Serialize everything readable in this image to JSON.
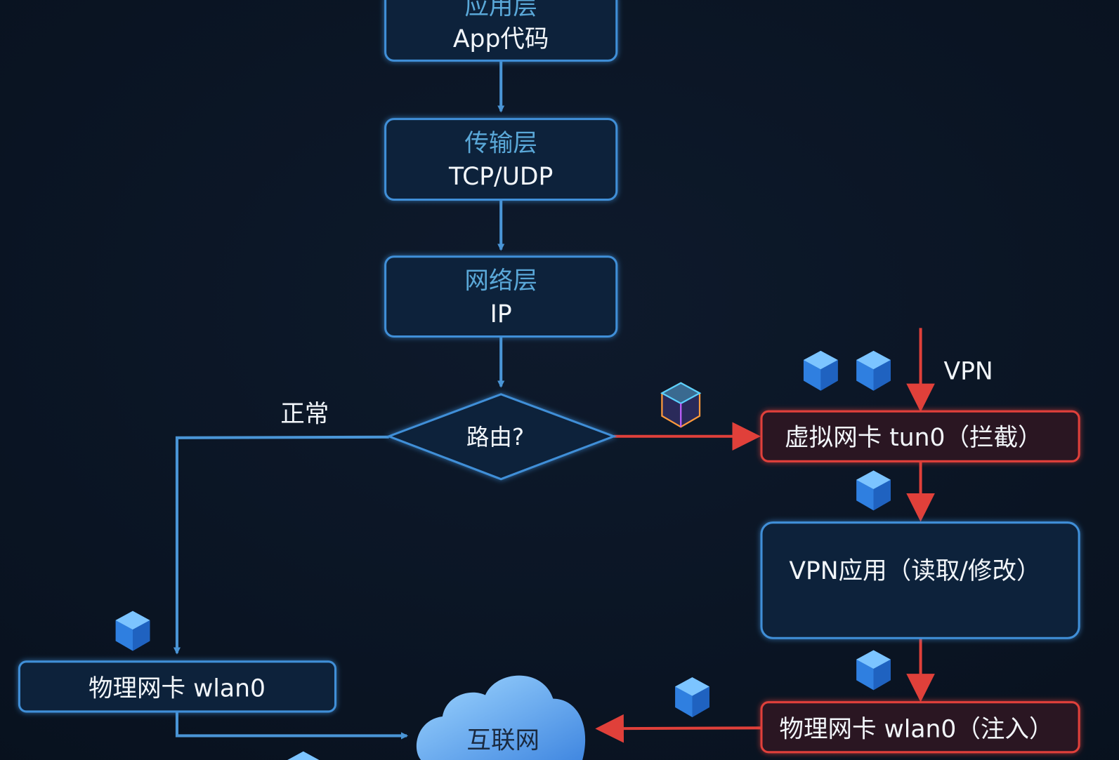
{
  "nodes": {
    "app_layer": {
      "title": "应用层",
      "subtitle": "App代码"
    },
    "transport_layer": {
      "title": "传输层",
      "subtitle": "TCP/UDP"
    },
    "network_layer": {
      "title": "网络层",
      "subtitle": "IP"
    },
    "routing_decision": "路由?",
    "physical_nic": "物理网卡 wlan0",
    "internet": "互联网",
    "virtual_nic": "虚拟网卡 tun0（拦截）",
    "vpn_app": "VPN应用（读取/修改）",
    "physical_nic_inject": "物理网卡 wlan0（注入）"
  },
  "edge_labels": {
    "normal": "正常",
    "vpn": "VPN"
  },
  "colors": {
    "background": "#0a1423",
    "normal_path": "#4a95d6",
    "vpn_path": "#e0403a",
    "layer_title": "#5aa8d8"
  }
}
